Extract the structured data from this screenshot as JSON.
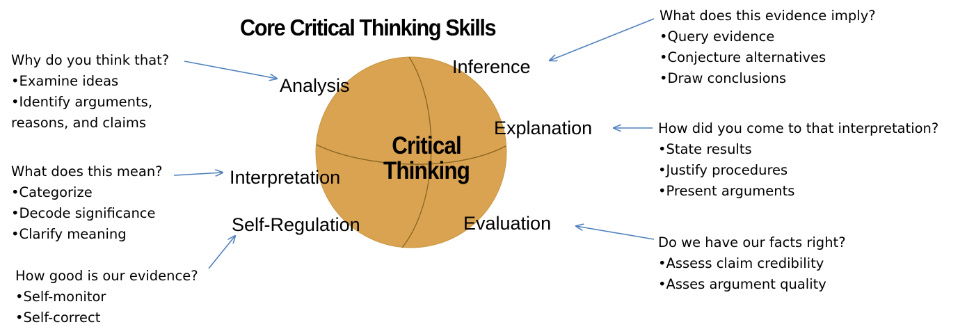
{
  "title": "Core Critical Thinking Skills",
  "center": {
    "line1": "Critical",
    "line2": "Thinking"
  },
  "colors": {
    "sphere_fill": "#D9A352",
    "sphere_lines": "#8A6520",
    "arrow": "#4F81BD"
  },
  "skills": {
    "analysis": "Analysis",
    "inference": "Inference",
    "explanation": "Explanation",
    "interpretation": "Interpretation",
    "self_regulation": "Self-Regulation",
    "evaluation": "Evaluation"
  },
  "blocks": {
    "analysis": {
      "question": "Why do you think that?",
      "items": [
        "Examine ideas",
        "Identify arguments,",
        "reasons, and claims"
      ]
    },
    "inference": {
      "question": "What does this evidence imply?",
      "items": [
        "Query evidence",
        "Conjecture alternatives",
        "Draw conclusions"
      ]
    },
    "explanation": {
      "question": "How did you come to that interpretation?",
      "items": [
        "State results",
        "Justify procedures",
        "Present arguments"
      ]
    },
    "interpretation": {
      "question": "What does this mean?",
      "items": [
        "Categorize",
        "Decode significance",
        "Clarify meaning"
      ]
    },
    "self_regulation": {
      "question": "How good is our evidence?",
      "items": [
        "Self-monitor",
        "Self-correct"
      ]
    },
    "evaluation": {
      "question": "Do we have our facts right?",
      "items": [
        "Assess claim credibility",
        "Asses argument quality"
      ]
    }
  }
}
